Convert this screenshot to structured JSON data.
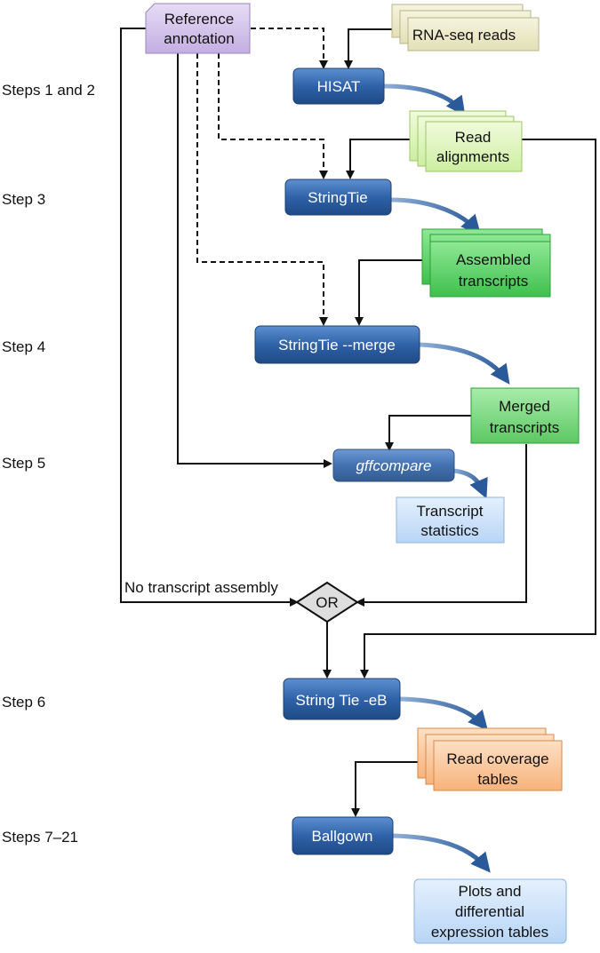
{
  "steps": {
    "s1": "Steps 1 and 2",
    "s3": "Step 3",
    "s4": "Step 4",
    "s5": "Step 5",
    "s6": "Step 6",
    "s7": "Steps 7–21"
  },
  "nodes": {
    "reference": [
      "Reference",
      "annotation"
    ],
    "rnaseq": "RNA-seq reads",
    "hisat": "HISAT",
    "read_alignments": [
      "Read",
      "alignments"
    ],
    "stringtie": "StringTie",
    "assembled": [
      "Assembled",
      "transcripts"
    ],
    "merge": "StringTie --merge",
    "merged": [
      "Merged",
      "transcripts"
    ],
    "gffcompare": "gffcompare",
    "transcript_stats": [
      "Transcript",
      "statistics"
    ],
    "or_gate": "OR",
    "no_assembly": "No transcript assembly",
    "stringtie_eb": "String Tie -eB",
    "read_coverage": [
      "Read coverage",
      "tables"
    ],
    "ballgown": "Ballgown",
    "plots": [
      "Plots and",
      "differential",
      "expression tables"
    ]
  },
  "colors": {
    "process_blue": "#2f5f9e",
    "reference_purple": "#cdbbe6",
    "rnaseq_beige": "#eceac6",
    "alignment_green": "#dff5b8",
    "assembled_green": "#5fd46a",
    "merged_green": "#7ed880",
    "stats_blue": "#cfe3fb",
    "coverage_orange": "#fbc89a",
    "gate_gray": "#dcdcdc"
  }
}
